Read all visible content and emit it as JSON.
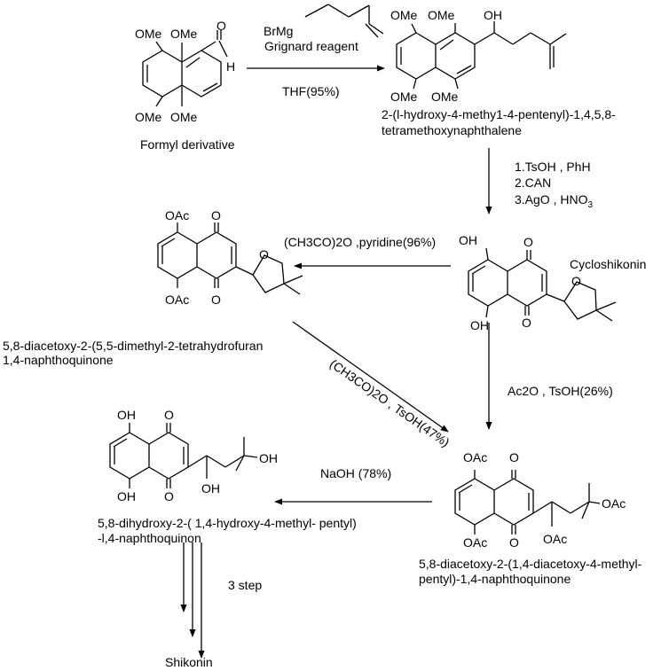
{
  "compounds": {
    "formyl": {
      "name": "Formyl derivative",
      "atoms": [
        "OMe",
        "OMe",
        "O",
        "H",
        "OMe",
        "OMe"
      ]
    },
    "alcohol": {
      "name_line1": "2-(l-hydroxy-4-methy1-4-pentenyl)-1,4,5,8-",
      "name_line2": "tetramethoxynaphthalene",
      "atoms": [
        "OMe",
        "OMe",
        "OH",
        "OMe",
        "OMe"
      ]
    },
    "cycloshikonin": {
      "name": "Cycloshikonin",
      "atoms": [
        "OH",
        "O",
        "OH",
        "O",
        "O"
      ]
    },
    "diacetoxy_thf": {
      "name_line1": "5,8-diacetoxy-2-(5,5-dimethyl-2-tetrahydrofuran",
      "name_line2": "1,4-naphthoquinone",
      "atoms": [
        "OAc",
        "O",
        "OAc",
        "O",
        "O"
      ]
    },
    "triacetate": {
      "name_line1": "5,8-diacetoxy-2-(1,4-diacetoxy-4-methyl-",
      "name_line2": "pentyl)-1,4-naphthoquinone",
      "atoms": [
        "OAc",
        "O",
        "OAc",
        "O",
        "OAc",
        "OAc"
      ]
    },
    "dihydroxy": {
      "name_line1": "5,8-dihydroxy-2-( 1,4-hydroxy-4-methyl- pentyl)",
      "name_line2": "-l,4-naphthoquinon",
      "atoms": [
        "OH",
        "O",
        "OH",
        "O",
        "OH",
        "OH"
      ]
    },
    "shikonin": {
      "name": "Shikonin"
    }
  },
  "reactions": {
    "grignard": {
      "reagent": "BrMg",
      "label": "Grignard reagent",
      "conditions": "THF(95%)"
    },
    "oxidation": {
      "step1": "1.TsOH , PhH",
      "step2": "2.CAN",
      "step3": "3.AgO , HNO",
      "step3_sub": "3"
    },
    "acetylation_pyridine": {
      "label": "(CH3CO)2O ,pyridine(96%)"
    },
    "acetylation_tsoh_diag": {
      "label": "(CH3CO)2O , TsOH(47%)"
    },
    "acetylation_ac2o": {
      "label": "Ac2O , TsOH(26%)"
    },
    "hydrolysis": {
      "label": "NaOH (78%)"
    },
    "final": {
      "label": "3 step"
    }
  }
}
